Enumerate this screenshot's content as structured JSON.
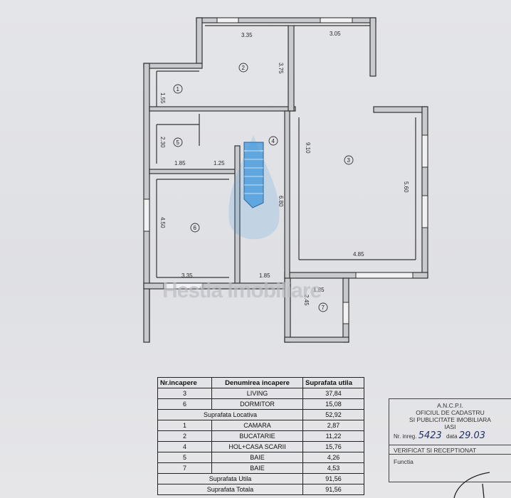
{
  "plan": {
    "dims": [
      "3.35",
      "3.05",
      "3.75",
      "1.55",
      "9.10",
      "5.60",
      "2.30",
      "1.85",
      "1.25",
      "6.80",
      "4.50",
      "3.35",
      "1.85",
      "4.85",
      "1.85",
      "2.45"
    ],
    "room_numbers": [
      "1",
      "2",
      "3",
      "4",
      "5",
      "6",
      "7"
    ],
    "watermark": "Hestia Imobiliare"
  },
  "table": {
    "headers": [
      "Nr.incapere",
      "Denumirea incapere",
      "Suprafata utila"
    ],
    "rows_a": [
      {
        "nr": "3",
        "name": "LIVING",
        "area": "37,84"
      },
      {
        "nr": "6",
        "name": "DORMITOR",
        "area": "15,08"
      }
    ],
    "locativa": {
      "label": "Suprafata Locativa",
      "value": "52,92"
    },
    "rows_b": [
      {
        "nr": "1",
        "name": "CAMARA",
        "area": "2,87"
      },
      {
        "nr": "2",
        "name": "BUCATARIE",
        "area": "11,22"
      },
      {
        "nr": "4",
        "name": "HOL+CASA SCARII",
        "area": "15,76"
      },
      {
        "nr": "5",
        "name": "BAIE",
        "area": "4,26"
      },
      {
        "nr": "7",
        "name": "BAIE",
        "area": "4,53"
      }
    ],
    "utila": {
      "label": "Suprafata Utila",
      "value": "91,56"
    },
    "totala": {
      "label": "Suprafata Totala",
      "value": "91,56"
    }
  },
  "stamp": {
    "l1": "A.N.C.P.I.",
    "l2": "OFICIUL DE CADASTRU",
    "l3": "SI PUBLICITATE IMOBILIARA",
    "l4": "IASI",
    "reg_label": "Nr. inreg.",
    "reg_value": "5423",
    "date_label": "data",
    "date_value": "29.03",
    "verified": "VERIFICAT SI RECEPTIONAT",
    "function": "Functia"
  }
}
